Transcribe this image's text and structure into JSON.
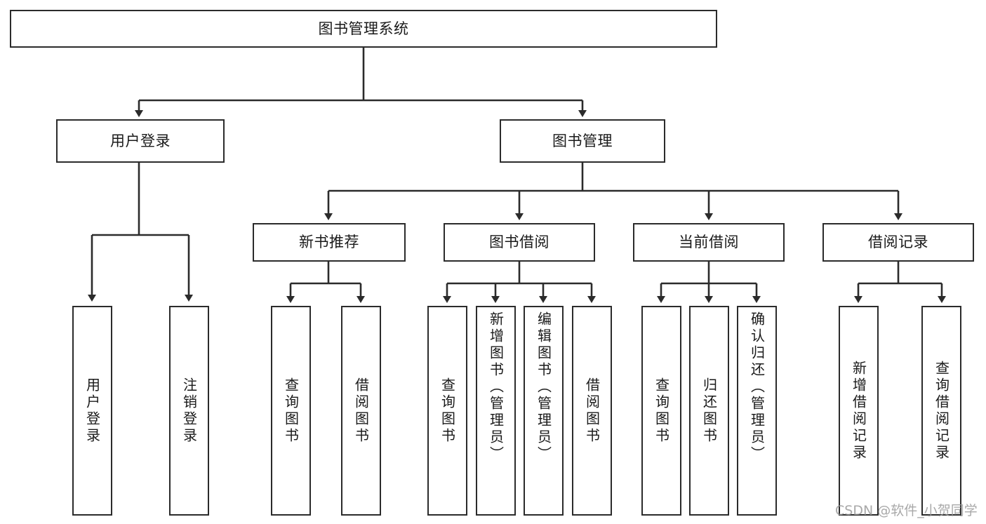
{
  "diagram": {
    "type": "tree",
    "title": "图书管理系统",
    "root": {
      "label": "图书管理系统"
    },
    "level1": [
      {
        "label": "用户登录"
      },
      {
        "label": "图书管理"
      }
    ],
    "level2": [
      {
        "label": "新书推荐"
      },
      {
        "label": "图书借阅"
      },
      {
        "label": "当前借阅"
      },
      {
        "label": "借阅记录"
      }
    ],
    "leaves": {
      "user_login": [
        {
          "label": "用户登录"
        },
        {
          "label": "注销登录"
        }
      ],
      "new_book": [
        {
          "label": "查询图书"
        },
        {
          "label": "借阅图书"
        }
      ],
      "book_borrow": [
        {
          "label": "查询图书"
        },
        {
          "label": "新增图书（管理员）"
        },
        {
          "label": "编辑图书（管理员）"
        },
        {
          "label": "借阅图书"
        }
      ],
      "current_borrow": [
        {
          "label": "查询图书"
        },
        {
          "label": "归还图书"
        },
        {
          "label": "确认归还（管理员）"
        }
      ],
      "borrow_record": [
        {
          "label": "新增借阅记录"
        },
        {
          "label": "查询借阅记录"
        }
      ]
    }
  },
  "colors": {
    "stroke": "#2b2b2b",
    "fill": "#ffffff",
    "text": "#1a1a1a",
    "watermark": "#9a9a9a"
  },
  "watermark": {
    "text": "CSDN @软件_小贺同学"
  }
}
